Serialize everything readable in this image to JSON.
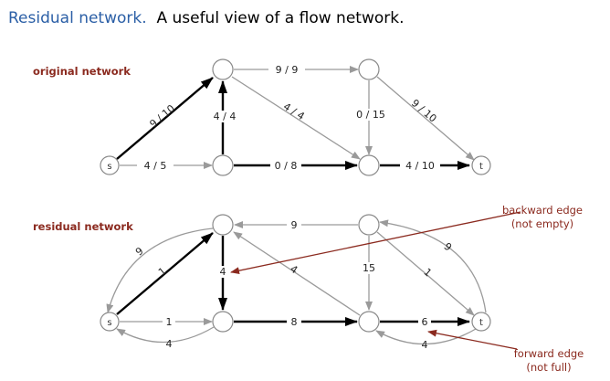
{
  "title": {
    "highlight": "Residual network.",
    "rest": "A useful view of a flow network."
  },
  "original": {
    "label": "original network",
    "nodes": {
      "s": "s",
      "t": "t"
    },
    "edges": {
      "s_a": "9 / 10",
      "s_c": "4 / 5",
      "c_a": "4 / 4",
      "a_b": "9 / 9",
      "a_d": "4 / 4",
      "b_d": "0 / 15",
      "b_t": "9 / 10",
      "c_d": "0 / 8",
      "d_t": "4 / 10"
    }
  },
  "residual": {
    "label": "residual network",
    "nodes": {
      "s": "s",
      "t": "t"
    },
    "edges": {
      "a_s_back": "9",
      "s_a_fwd": "1",
      "s_c_fwd": "1",
      "c_s_back": "4",
      "c_a_back": "4",
      "b_a_back": "9",
      "d_a_back": "4",
      "b_d_fwd": "15",
      "b_t_fwd": "1",
      "t_b_back": "9",
      "c_d_fwd": "8",
      "d_t_fwd": "6",
      "t_d_back": "4"
    }
  },
  "annotations": {
    "backward": [
      "backward edge",
      "(not empty)"
    ],
    "forward": [
      "forward edge",
      "(not full)"
    ]
  },
  "colors": {
    "accent": "#2b5fa6",
    "annotation": "#8b2a1f",
    "edge_light": "#9a9a9a",
    "edge_heavy": "#000000"
  }
}
